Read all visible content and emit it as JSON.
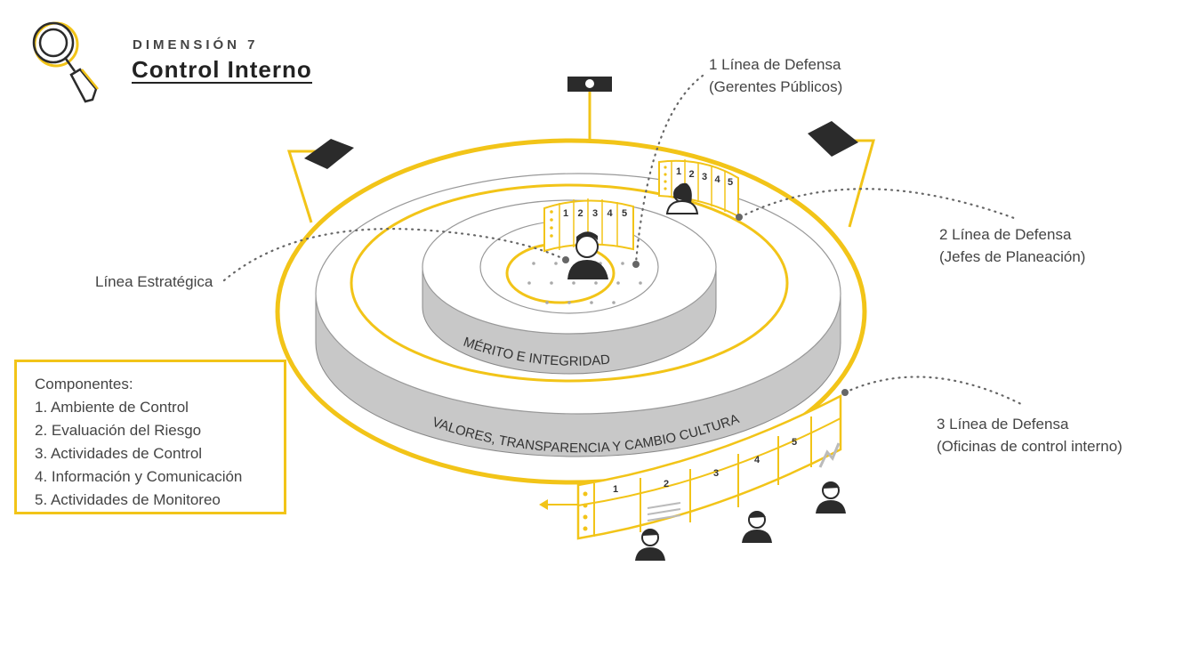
{
  "header": {
    "kicker": "DIMENSIÓN 7",
    "title": "Control Interno",
    "icon": "magnifier-icon"
  },
  "labels": {
    "linea_estrategica": "Línea Estratégica",
    "linea1": [
      "1 Línea de Defensa",
      "(Gerentes Públicos)"
    ],
    "linea2": [
      "2 Línea de Defensa",
      "(Jefes de Planeación)"
    ],
    "linea3": [
      "3 Línea de Defensa",
      "(Oficinas de control interno)"
    ]
  },
  "bands": {
    "inner": "MÉRITO   E   INTEGRIDAD",
    "outer": "VALORES, TRANSPARENCIA Y CAMBIO CULTURAL"
  },
  "panel_numbers": [
    "1",
    "2",
    "3",
    "4",
    "5"
  ],
  "components": {
    "title": "Componentes:",
    "items": [
      "1. Ambiente de Control",
      "2. Evaluación del Riesgo",
      "3. Actividades de Control",
      "4. Información y Comunicación",
      "5. Actividades de Monitoreo"
    ]
  },
  "colors": {
    "accent": "#f2c418",
    "gray": "#c8c8c8",
    "dark": "#2b2b2b"
  }
}
